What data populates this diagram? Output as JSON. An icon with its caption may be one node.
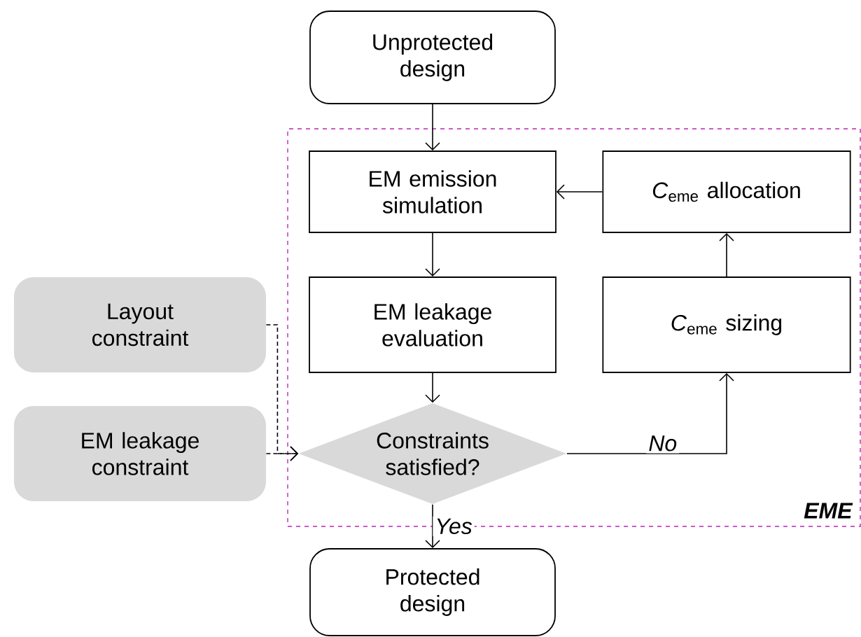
{
  "diagram": {
    "nodes": [
      {
        "text": [
          "Unprotected design"
        ]
      },
      {
        "text": [
          "EME"
        ]
      },
      {
        "text": [
          "EM emission simulation"
        ],
        "in": 1
      },
      {
        "text": [
          "*C*$_{eme}$ allocation"
        ],
        "in": 1
      },
      {
        "text": [
          "EM leakage evaluation"
        ],
        "in": 1
      },
      {
        "text": [
          "*C*$_{eme}$ sizing"
        ],
        "in": 1
      },
      {
        "text": [
          "Constraints satisfied?"
        ],
        "in": 1
      },
      {
        "text": [
          "Layout constraint"
        ]
      },
      {
        "text": [
          "EM leakage constraint"
        ]
      },
      {
        "text": [
          "Protected design"
        ]
      }
    ],
    "edges": [
      {
        "from": 0,
        "to": 2,
        "arrow": "to"
      },
      {
        "from": 2,
        "to": 4,
        "arrow": "to"
      },
      {
        "from": 4,
        "to": 6,
        "arrow": "to"
      },
      {
        "from": 6,
        "to": 5,
        "arrow": "to",
        "label": "No"
      },
      {
        "from": 5,
        "to": 3,
        "arrow": "to"
      },
      {
        "from": 3,
        "to": 2,
        "arrow": "to"
      },
      {
        "from": 6,
        "to": 9,
        "arrow": "to",
        "label": "Yes"
      },
      {
        "from": 7,
        "to": 6,
        "arrow": "to",
        "style": "dashed"
      },
      {
        "from": 8,
        "to": 6,
        "arrow": "to",
        "style": "dashed"
      }
    ]
  }
}
